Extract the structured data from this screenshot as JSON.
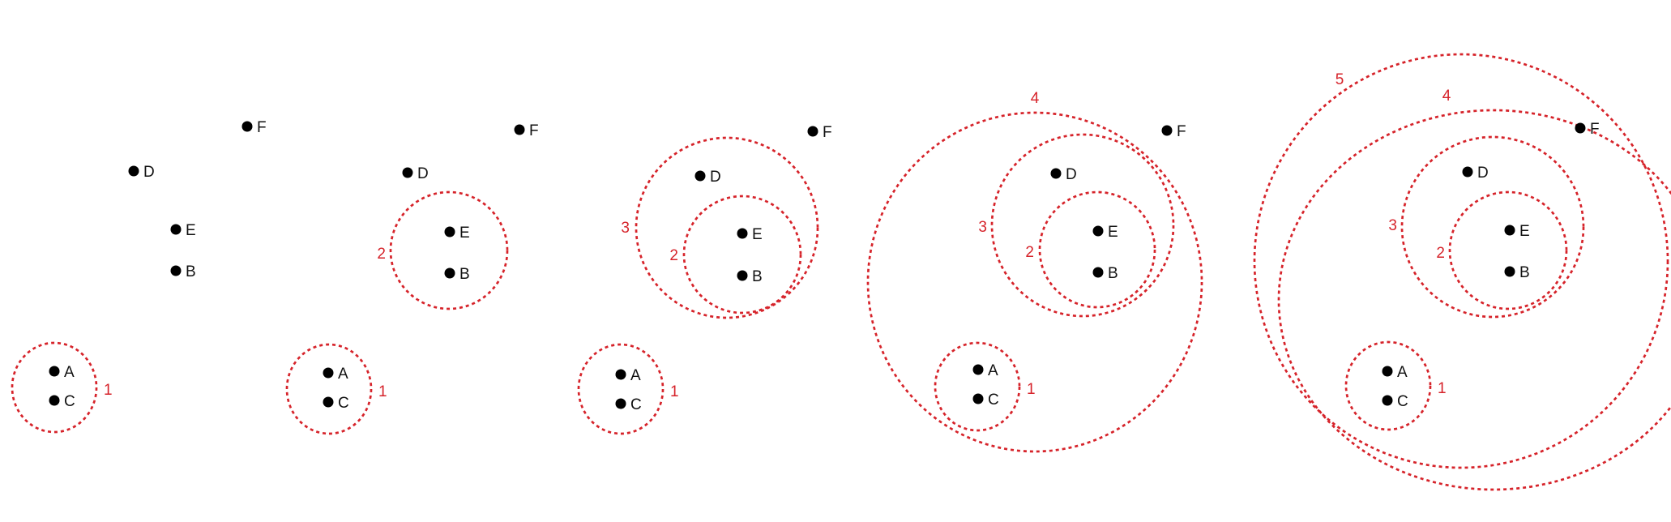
{
  "colors": {
    "background": "#ffffff",
    "point": "#000000",
    "cluster": "#d6232a"
  },
  "panels": [
    {
      "points": [
        {
          "id": "A",
          "label": "A"
        },
        {
          "id": "B",
          "label": "B"
        },
        {
          "id": "C",
          "label": "C"
        },
        {
          "id": "D",
          "label": "D"
        },
        {
          "id": "E",
          "label": "E"
        },
        {
          "id": "F",
          "label": "F"
        }
      ],
      "clusters": [
        {
          "id": "c1",
          "label": "1"
        }
      ]
    },
    {
      "points": [
        {
          "id": "A",
          "label": "A"
        },
        {
          "id": "B",
          "label": "B"
        },
        {
          "id": "C",
          "label": "C"
        },
        {
          "id": "D",
          "label": "D"
        },
        {
          "id": "E",
          "label": "E"
        },
        {
          "id": "F",
          "label": "F"
        }
      ],
      "clusters": [
        {
          "id": "c1",
          "label": "1"
        },
        {
          "id": "c2",
          "label": "2"
        }
      ]
    },
    {
      "points": [
        {
          "id": "A",
          "label": "A"
        },
        {
          "id": "B",
          "label": "B"
        },
        {
          "id": "C",
          "label": "C"
        },
        {
          "id": "D",
          "label": "D"
        },
        {
          "id": "E",
          "label": "E"
        },
        {
          "id": "F",
          "label": "F"
        }
      ],
      "clusters": [
        {
          "id": "c1",
          "label": "1"
        },
        {
          "id": "c2",
          "label": "2"
        },
        {
          "id": "c3",
          "label": "3"
        }
      ]
    },
    {
      "points": [
        {
          "id": "A",
          "label": "A"
        },
        {
          "id": "B",
          "label": "B"
        },
        {
          "id": "C",
          "label": "C"
        },
        {
          "id": "D",
          "label": "D"
        },
        {
          "id": "E",
          "label": "E"
        },
        {
          "id": "F",
          "label": "F"
        }
      ],
      "clusters": [
        {
          "id": "c1",
          "label": "1"
        },
        {
          "id": "c2",
          "label": "2"
        },
        {
          "id": "c3",
          "label": "3"
        },
        {
          "id": "c4",
          "label": "4"
        }
      ]
    },
    {
      "points": [
        {
          "id": "A",
          "label": "A"
        },
        {
          "id": "B",
          "label": "B"
        },
        {
          "id": "C",
          "label": "C"
        },
        {
          "id": "D",
          "label": "D"
        },
        {
          "id": "E",
          "label": "E"
        },
        {
          "id": "F",
          "label": "F"
        }
      ],
      "clusters": [
        {
          "id": "c1",
          "label": "1"
        },
        {
          "id": "c2",
          "label": "2"
        },
        {
          "id": "c3",
          "label": "3"
        },
        {
          "id": "c4",
          "label": "4"
        },
        {
          "id": "c5",
          "label": "5"
        }
      ]
    }
  ]
}
